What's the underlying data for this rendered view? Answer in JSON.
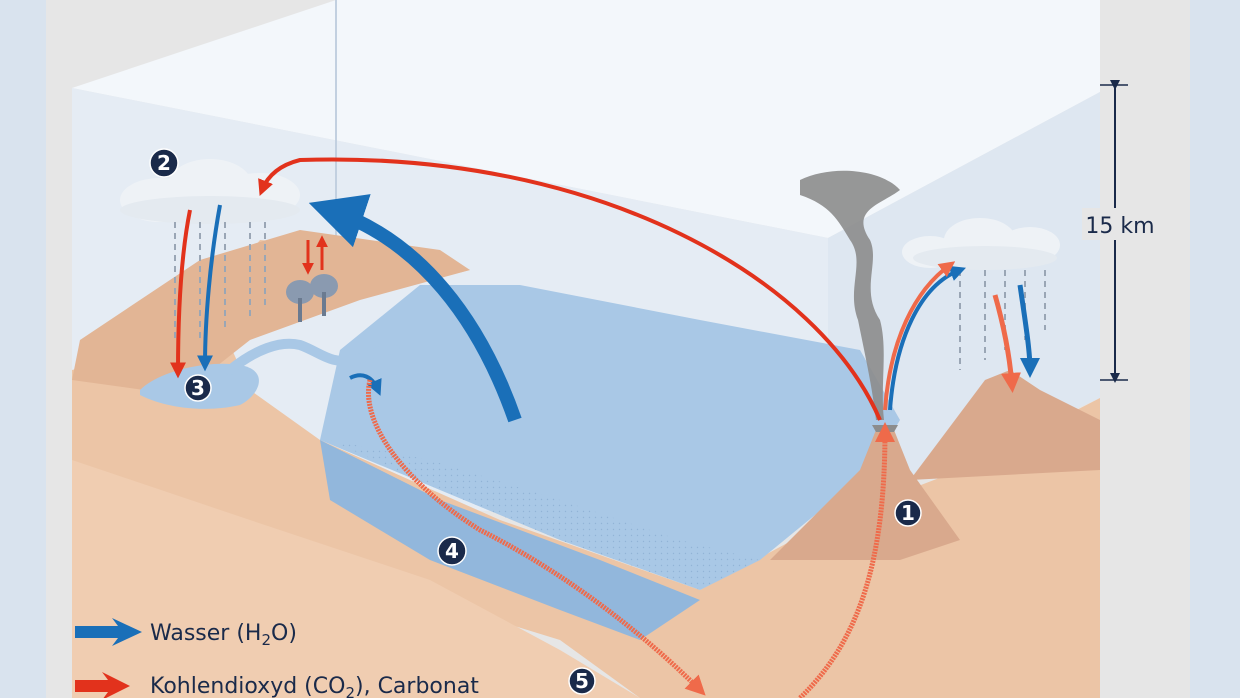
{
  "scale": {
    "height_label": "15 km"
  },
  "markers": [
    "1",
    "2",
    "3",
    "4",
    "5"
  ],
  "legend": {
    "water": {
      "prefix": "Wasser (H",
      "sub": "2",
      "suffix": "O)"
    },
    "carbon": {
      "prefix": "Kohlendioxyd (CO",
      "sub": "2",
      "suffix": "), Carbonat"
    }
  },
  "colors": {
    "water_arrow": "#1a6fb8",
    "carbon_arrow": "#e2321c",
    "marker_fill": "#1a2a4a",
    "sea": "#a9c8e6",
    "land": "#ecc5a6",
    "sky": "#e8eff8",
    "cloud": "#eef2f6",
    "volcano": "#d9a98d",
    "smoke": "#8c8c8c"
  }
}
